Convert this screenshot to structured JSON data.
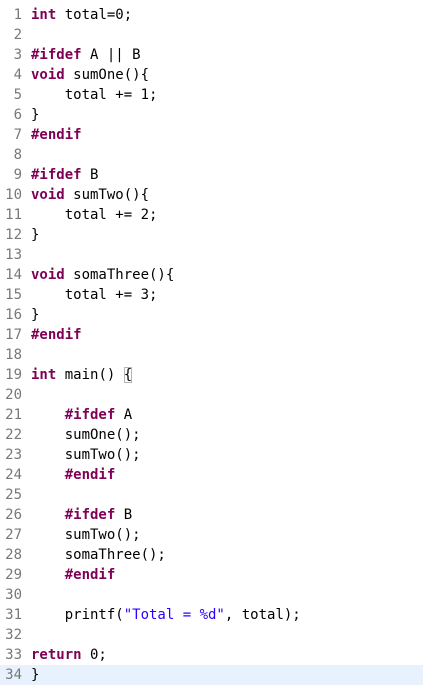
{
  "editor": {
    "lines": [
      {
        "num": "1",
        "tokens": [
          {
            "t": "int",
            "c": "kw"
          },
          {
            "t": " total=0;"
          }
        ]
      },
      {
        "num": "2",
        "tokens": []
      },
      {
        "num": "3",
        "tokens": [
          {
            "t": "#ifdef",
            "c": "kw"
          },
          {
            "t": " A || B"
          }
        ]
      },
      {
        "num": "4",
        "tokens": [
          {
            "t": "void",
            "c": "kw"
          },
          {
            "t": " sumOne(){"
          }
        ]
      },
      {
        "num": "5",
        "tokens": [
          {
            "t": "    total += 1;"
          }
        ]
      },
      {
        "num": "6",
        "tokens": [
          {
            "t": "}"
          }
        ]
      },
      {
        "num": "7",
        "tokens": [
          {
            "t": "#endif",
            "c": "kw"
          }
        ]
      },
      {
        "num": "8",
        "tokens": []
      },
      {
        "num": "9",
        "tokens": [
          {
            "t": "#ifdef",
            "c": "kw"
          },
          {
            "t": " B"
          }
        ]
      },
      {
        "num": "10",
        "tokens": [
          {
            "t": "void",
            "c": "kw"
          },
          {
            "t": " sumTwo(){"
          }
        ]
      },
      {
        "num": "11",
        "tokens": [
          {
            "t": "    total += 2;"
          }
        ]
      },
      {
        "num": "12",
        "tokens": [
          {
            "t": "}"
          }
        ]
      },
      {
        "num": "13",
        "tokens": []
      },
      {
        "num": "14",
        "tokens": [
          {
            "t": "void",
            "c": "kw"
          },
          {
            "t": " somaThree(){"
          }
        ]
      },
      {
        "num": "15",
        "tokens": [
          {
            "t": "    total += 3;"
          }
        ]
      },
      {
        "num": "16",
        "tokens": [
          {
            "t": "}"
          }
        ]
      },
      {
        "num": "17",
        "tokens": [
          {
            "t": "#endif",
            "c": "kw"
          }
        ]
      },
      {
        "num": "18",
        "tokens": []
      },
      {
        "num": "19",
        "tokens": [
          {
            "t": "int",
            "c": "kw"
          },
          {
            "t": " main() "
          },
          {
            "t": "{",
            "c": "bracket-match"
          }
        ]
      },
      {
        "num": "20",
        "tokens": []
      },
      {
        "num": "21",
        "tokens": [
          {
            "t": "    "
          },
          {
            "t": "#ifdef",
            "c": "kw"
          },
          {
            "t": " A"
          }
        ]
      },
      {
        "num": "22",
        "tokens": [
          {
            "t": "    sumOne();"
          }
        ]
      },
      {
        "num": "23",
        "tokens": [
          {
            "t": "    sumTwo();"
          }
        ]
      },
      {
        "num": "24",
        "tokens": [
          {
            "t": "    "
          },
          {
            "t": "#endif",
            "c": "kw"
          }
        ]
      },
      {
        "num": "25",
        "tokens": []
      },
      {
        "num": "26",
        "tokens": [
          {
            "t": "    "
          },
          {
            "t": "#ifdef",
            "c": "kw"
          },
          {
            "t": " B"
          }
        ]
      },
      {
        "num": "27",
        "tokens": [
          {
            "t": "    sumTwo();"
          }
        ]
      },
      {
        "num": "28",
        "tokens": [
          {
            "t": "    somaThree();"
          }
        ]
      },
      {
        "num": "29",
        "tokens": [
          {
            "t": "    "
          },
          {
            "t": "#endif",
            "c": "kw"
          }
        ]
      },
      {
        "num": "30",
        "tokens": []
      },
      {
        "num": "31",
        "tokens": [
          {
            "t": "    printf("
          },
          {
            "t": "\"Total = %d\"",
            "c": "str"
          },
          {
            "t": ", total);"
          }
        ]
      },
      {
        "num": "32",
        "tokens": []
      },
      {
        "num": "33",
        "tokens": [
          {
            "t": "return",
            "c": "kw"
          },
          {
            "t": " 0;"
          }
        ]
      },
      {
        "num": "34",
        "tokens": [
          {
            "t": "}"
          }
        ],
        "current": true
      }
    ]
  },
  "colors": {
    "keyword": "#7f0055",
    "string": "#2a00ff",
    "line_number": "#787878",
    "current_line_highlight": "#e8f2fe",
    "background": "#ffffff"
  }
}
